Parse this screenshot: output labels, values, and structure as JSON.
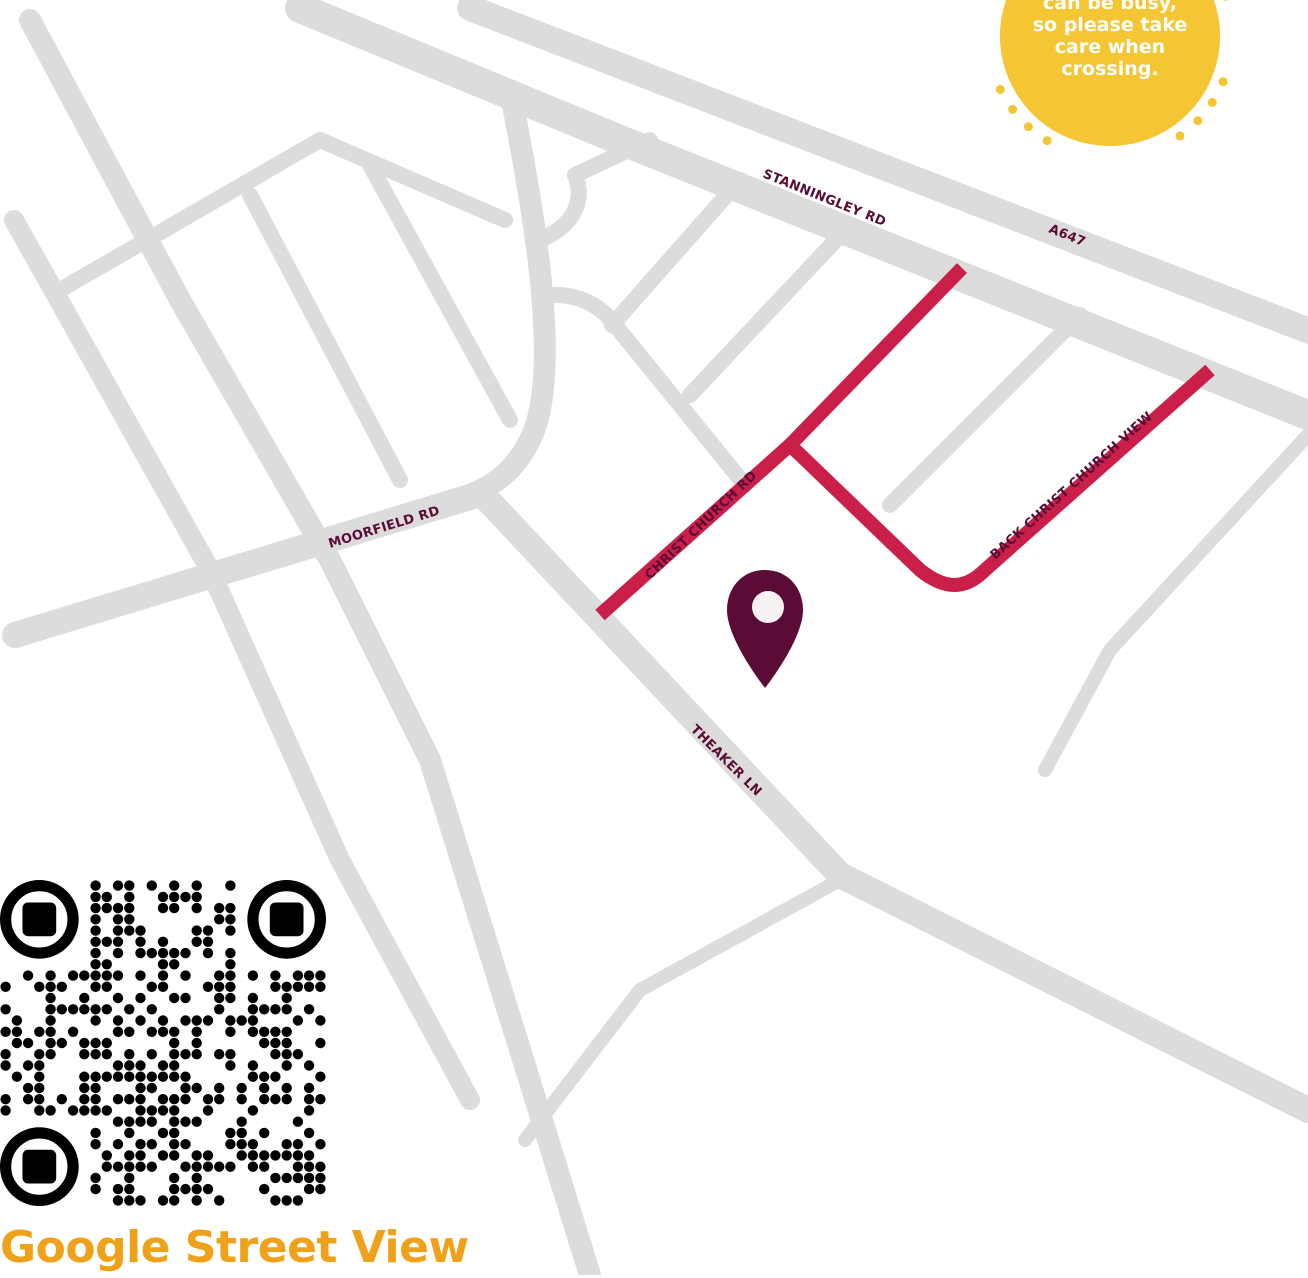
{
  "colors": {
    "road": "#dcdcdc",
    "route": "#c91f48",
    "label": "#5a0b36",
    "pin": "#5a0b36",
    "notice": "#f4c634",
    "footer": "#f0a11a",
    "qr": "#000000"
  },
  "map": {
    "road_labels": [
      {
        "id": "stanningley-rd",
        "text": "STANNINGLEY RD"
      },
      {
        "id": "a647",
        "text": "A647"
      },
      {
        "id": "moorfield-rd",
        "text": "MOORFIELD RD"
      },
      {
        "id": "christ-church-rd",
        "text": "CHRIST CHURCH RD"
      },
      {
        "id": "back-christ-church-view",
        "text": "BACK CHRIST CHURCH VIEW"
      },
      {
        "id": "theaker-ln",
        "text": "THEAKER LN"
      }
    ],
    "marker_icon": "location-pin-icon"
  },
  "notice": {
    "lines": [
      "can be busy,",
      "so please take",
      "care when",
      "crossing."
    ]
  },
  "qr": {
    "icon": "qr-code-icon"
  },
  "footer": {
    "title": "Google Street View"
  }
}
